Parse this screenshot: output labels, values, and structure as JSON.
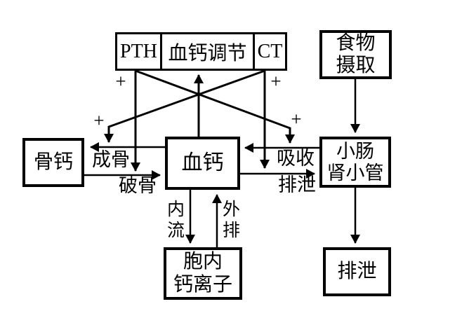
{
  "diagram": {
    "regulator_box": {
      "pth": "PTH",
      "title": "血钙调节",
      "ct": "CT"
    },
    "boxes": {
      "food": {
        "line1": "食物",
        "line2": "摄取"
      },
      "bone": {
        "label": "骨钙"
      },
      "blood": {
        "label": "血钙"
      },
      "intestine": {
        "line1": "小肠",
        "line2": "肾小管"
      },
      "intracellular": {
        "line1": "胞内",
        "line2": "钙离子"
      },
      "excretion": {
        "label": "排泄"
      }
    },
    "edge_labels": {
      "ossification": "成骨",
      "bone_resorption": "破骨",
      "absorption": "吸收",
      "excretion": "排泄",
      "influx": "内流",
      "efflux": "外排"
    },
    "signs": {
      "plus": "+"
    },
    "colors": {
      "line": "#000000",
      "background": "#ffffff"
    }
  }
}
